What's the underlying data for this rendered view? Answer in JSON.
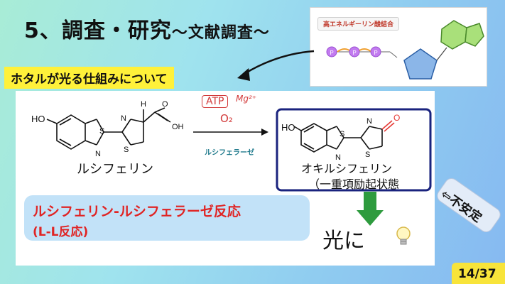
{
  "slide": {
    "title": "5、調査・研究",
    "title_sub": "〜文献調査〜",
    "subtitle": "ホタルが光る仕組みについて",
    "inset_label": "高エネルギーリン酸結合",
    "inset_phosphates": [
      "P",
      "P",
      "P"
    ],
    "molecules": {
      "luciferin_label": "ルシフェリン",
      "oxyluciferin_label": "オキルシフェリン",
      "oxyluciferin_state": "（一重項励起状態",
      "atom_ho": "HO",
      "atom_oh": "OH",
      "atom_o": "O",
      "atom_h": "H",
      "atom_n": "N",
      "atom_s": "S"
    },
    "reaction_conditions": {
      "atp": "ATP",
      "mg": "Mg²⁺",
      "o2": "O₂",
      "enzyme": "ルシフェラーゼ"
    },
    "reaction_box": {
      "line1": "ルシフェリン-ルシフェラーゼ反応",
      "line2": "(L-L反応)"
    },
    "light_text": "光に",
    "bulb_icon": "lightbulb-icon",
    "instable_text": "⇦不安定",
    "page_number": "14/37",
    "colors": {
      "accent_red": "#e02424",
      "highlight_yellow": "#fff13a",
      "box_navy": "#1a237e",
      "arrow_green": "#2e9b3e"
    }
  }
}
